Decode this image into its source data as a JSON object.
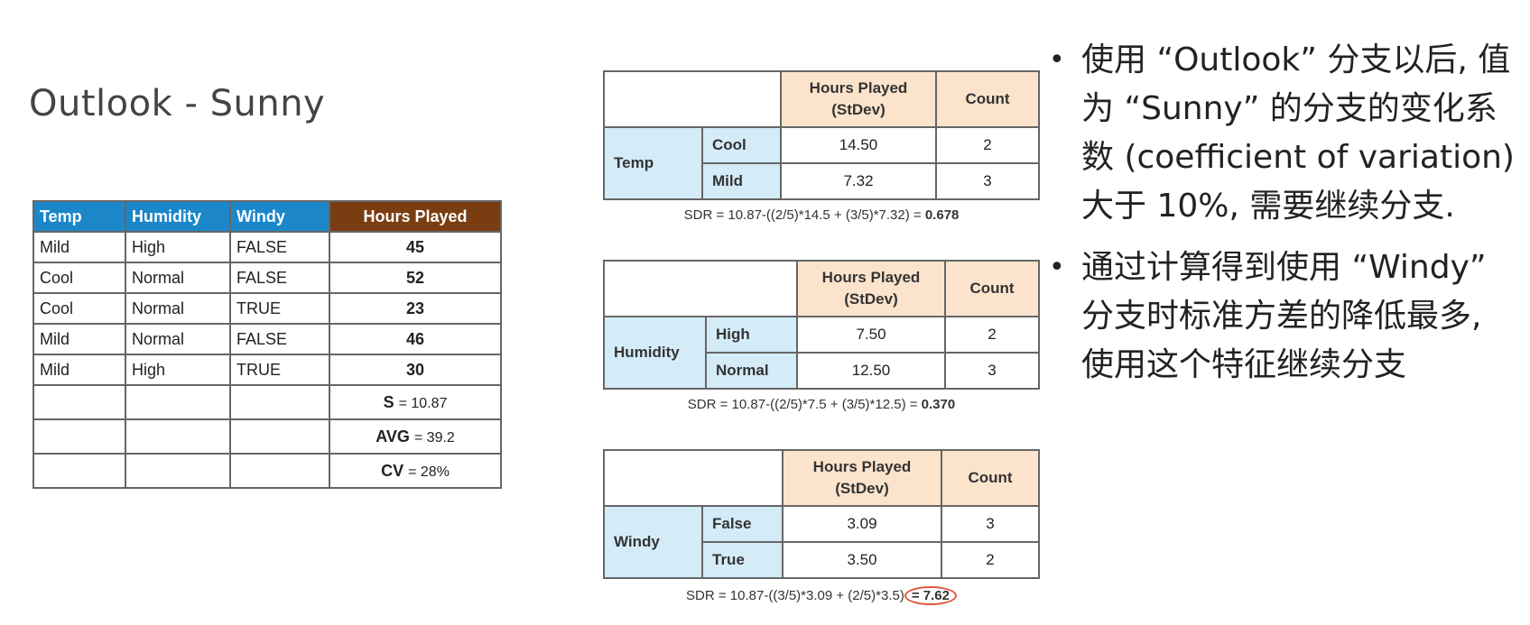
{
  "title": "Outlook - Sunny",
  "data_table": {
    "headers": [
      "Temp",
      "Humidity",
      "Windy",
      "Hours Played"
    ],
    "rows": [
      [
        "Mild",
        "High",
        "FALSE",
        "45"
      ],
      [
        "Cool",
        "Normal",
        "FALSE",
        "52"
      ],
      [
        "Cool",
        "Normal",
        "TRUE",
        "23"
      ],
      [
        "Mild",
        "Normal",
        "FALSE",
        "46"
      ],
      [
        "Mild",
        "High",
        "TRUE",
        "30"
      ]
    ],
    "stats": [
      {
        "label": "S",
        "value": "= 10.87"
      },
      {
        "label": "AVG",
        "value": "= 39.2"
      },
      {
        "label": "CV",
        "value": "= 28%"
      }
    ]
  },
  "splits": [
    {
      "attribute": "Temp",
      "header_hours": "Hours Played (StDev)",
      "header_count": "Count",
      "rows": [
        {
          "value": "Cool",
          "stdev": "14.50",
          "count": "2"
        },
        {
          "value": "Mild",
          "stdev": "7.32",
          "count": "3"
        }
      ],
      "sdr_formula": "SDR = 10.87-((2/5)*14.5 + (3/5)*7.32) = ",
      "sdr_result": "0.678"
    },
    {
      "attribute": "Humidity",
      "header_hours": "Hours Played (StDev)",
      "header_count": "Count",
      "rows": [
        {
          "value": "High",
          "stdev": "7.50",
          "count": "2"
        },
        {
          "value": "Normal",
          "stdev": "12.50",
          "count": "3"
        }
      ],
      "sdr_formula": "SDR = 10.87-((2/5)*7.5 + (3/5)*12.5) = ",
      "sdr_result": "0.370"
    },
    {
      "attribute": "Windy",
      "header_hours": "Hours Played (StDev)",
      "header_count": "Count",
      "rows": [
        {
          "value": "False",
          "stdev": "3.09",
          "count": "3"
        },
        {
          "value": "True",
          "stdev": "3.50",
          "count": "2"
        }
      ],
      "sdr_formula": "SDR = 10.87-((3/5)*3.09 + (2/5)*3.5)",
      "sdr_result": "= 7.62"
    }
  ],
  "bullets": [
    "使用 “Outlook” 分支以后, 值为 “Sunny” 的分支的变化系数 (coefficient of variation) 大于 10%, 需要继续分支.",
    "通过计算得到使用 “Windy” 分支时标准方差的降低最多, 使用这个特征继续分支"
  ],
  "colors": {
    "header_blue": "#1b87c9",
    "header_brown": "#7a3d12",
    "split_header": "#fce4cc",
    "split_attr": "#d4ebf8",
    "highlight_circle": "#e0553a"
  }
}
